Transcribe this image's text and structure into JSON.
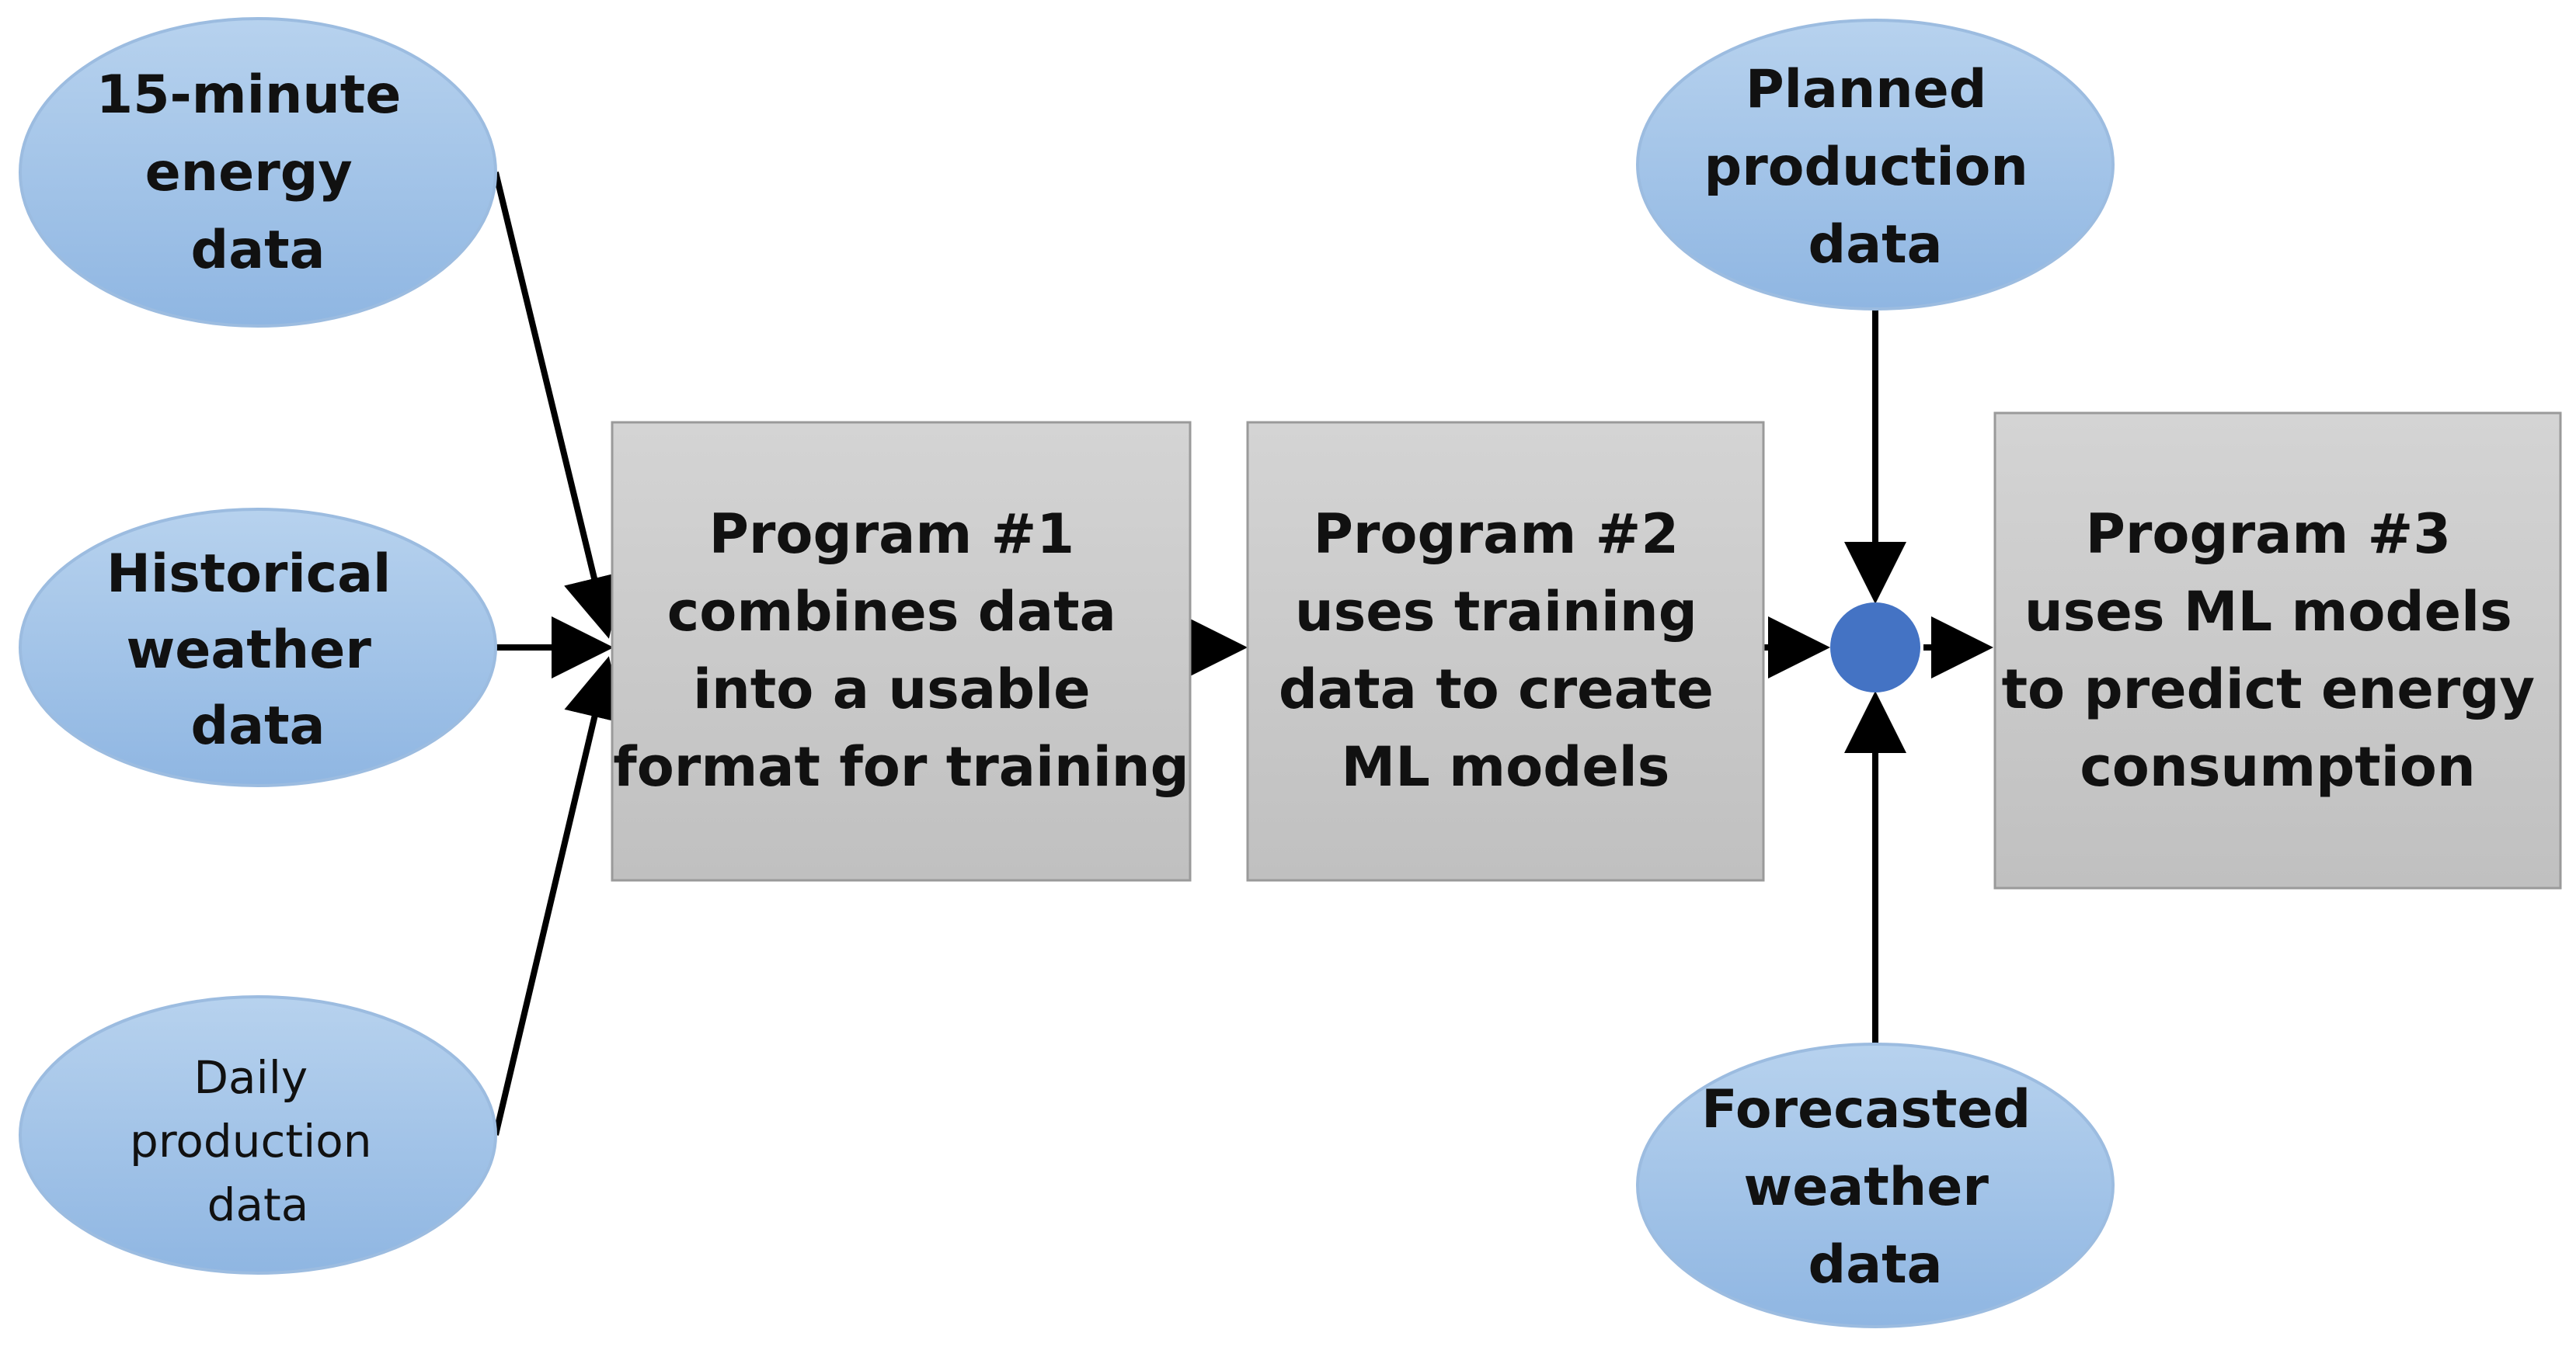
{
  "colors": {
    "oval_fill_top": "#b7d2ee",
    "oval_fill_bottom": "#8fb6e2",
    "oval_stroke": "#9cbce0",
    "box_fill_top": "#d4d4d4",
    "box_fill_bottom": "#c0c0c0",
    "box_stroke": "#9a9a9a",
    "junction": "#4473c4",
    "arrow": "#000000"
  },
  "inputs": {
    "energy": [
      "15-minute",
      "energy",
      "data"
    ],
    "historical_weather": [
      "Historical",
      "weather",
      "data"
    ],
    "daily_production": [
      "Daily",
      "production",
      "data"
    ],
    "planned_production": [
      "Planned",
      "production",
      "data"
    ],
    "forecasted_weather": [
      "Forecasted",
      "weather",
      "data"
    ]
  },
  "programs": {
    "program1": [
      "Program #1",
      "combines data",
      "into a usable",
      "format for training"
    ],
    "program2": [
      "Program #2",
      "uses training",
      "data to create",
      "ML models"
    ],
    "program3": [
      "Program #3",
      "uses ML models",
      "to predict energy",
      "consumption"
    ]
  }
}
